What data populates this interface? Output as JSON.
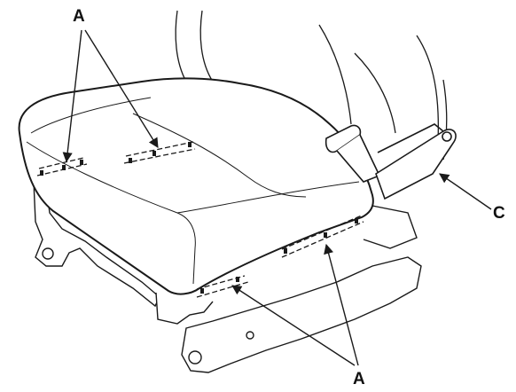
{
  "labels": {
    "clip_top": "A",
    "bracket": "C",
    "clip_bottom": "A"
  },
  "colors": {
    "line": "#1a1a1a",
    "fill": "#ffffff",
    "hatch": "#d9d9d9"
  }
}
